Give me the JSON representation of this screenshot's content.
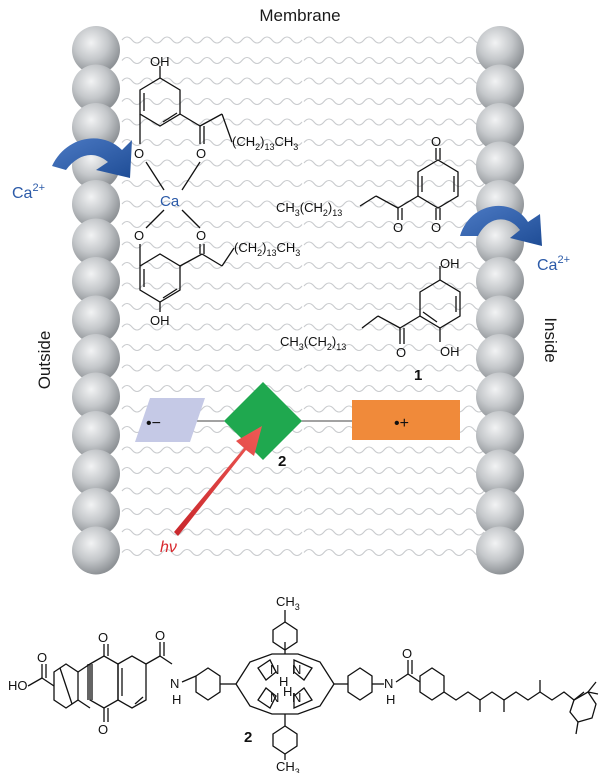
{
  "diagram": {
    "title": "Membrane",
    "side_left": "Outside",
    "side_right": "Inside",
    "ion_left": {
      "base": "Ca",
      "sup": "2+"
    },
    "ion_right": {
      "base": "Ca",
      "sup": "2+"
    },
    "complex_metal": "Ca",
    "chain_upper": {
      "base": "(CH",
      "sub1": "2",
      "mid": ")",
      "sub2": "13",
      "tail": "CH",
      "sub3": "3"
    },
    "chain_lower": {
      "base": "(CH",
      "sub1": "2",
      "mid": ")",
      "sub2": "13",
      "tail": "CH",
      "sub3": "3"
    },
    "chain_quinone": {
      "base": "CH",
      "sub1": "3",
      "mid": "(CH",
      "sub2": "2",
      "end": ")",
      "sub3": "13"
    },
    "chain_hydroquinone": {
      "base": "CH",
      "sub1": "3",
      "mid": "(CH",
      "sub2": "2",
      "end": ")",
      "sub3": "13"
    },
    "label_OH": "OH",
    "label_O": "O",
    "compound_1": "1",
    "compound_2_mid": "2",
    "compound_2_bottom": "2",
    "minus_charge": "•−",
    "plus_charge": "•+",
    "hv_label": "hν",
    "porphyrin": {
      "ch3_top": "CH",
      "ch3_top_sub": "3",
      "ch3_bottom": "CH",
      "ch3_bottom_sub": "3",
      "ho": "HO",
      "nh_left": "N",
      "h_left": "H",
      "nh_right": "N",
      "h_right": "H",
      "pyr_N1": "N",
      "pyr_N2": "N",
      "pyr_N3": "N",
      "pyr_N4": "N",
      "pyr_H1": "H",
      "pyr_H2": "H"
    },
    "colors": {
      "ion_blue": "#2b5aa8",
      "arrow_blue": "#2f5fa8",
      "green_diamond": "#1fa84f",
      "orange_box": "#f08a3a",
      "lavender_box": "#c5c9e6",
      "red_arrow": "#e23b3b",
      "hv_red": "#d8282e",
      "lipid_gray": "#b9bcc0"
    }
  }
}
